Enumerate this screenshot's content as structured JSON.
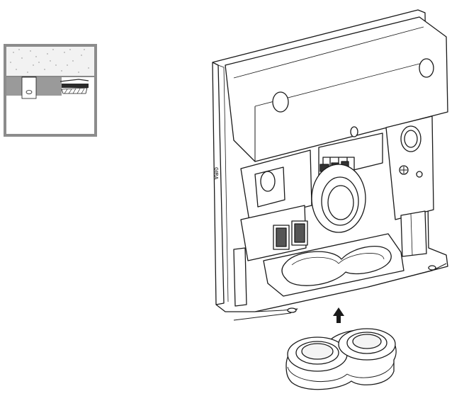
{
  "figure": {
    "brand_mark": "GIRA",
    "stroke_color": "#1a1a1a",
    "inset_frame_color": "#8c8c8c",
    "plaster_color": "#f2f2f2",
    "cable_color": "#2a2a2a",
    "arrow_color": "#1a1a1a",
    "icons": [
      "wall-section-inset",
      "device-back-housing",
      "cable-grommet",
      "insert-arrow"
    ]
  }
}
